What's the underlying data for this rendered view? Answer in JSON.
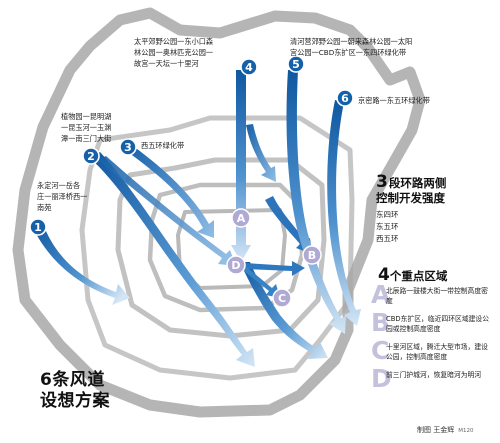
{
  "corridors": [
    {
      "number": "1",
      "lines": [
        "永定河一岳各",
        "庄一丽泽桥西一",
        "南苑"
      ]
    },
    {
      "number": "2",
      "lines": [
        "植物园一昆明湖",
        "一昆玉河一玉渊",
        "潭一南三门大街"
      ]
    },
    {
      "number": "3",
      "lines": [
        "西五环绿化带"
      ]
    },
    {
      "number": "4",
      "lines": [
        "太平郊野公园一东小口森",
        "林公园一奥林匹克公园一",
        "故宫一天坛一十里河"
      ]
    },
    {
      "number": "5",
      "lines": [
        "清河营郊野公园一朝来森林公园一太阳",
        "宫公园一CBD东扩区一东四环绿化带"
      ]
    },
    {
      "number": "6",
      "lines": [
        "京密路一东五环绿化带"
      ]
    }
  ],
  "ring_roads": {
    "title_number": "3",
    "title_line1": "段环路两侧",
    "title_line2": "控制开发强度",
    "items": [
      "东四环",
      "东五环",
      "西五环"
    ]
  },
  "zones": {
    "title_number": "4",
    "title_text": "个重点区域",
    "items": [
      {
        "letter": "A",
        "text": "北辰路一鼓楼大街一带控制高度密度"
      },
      {
        "letter": "B",
        "text": "CBD东扩区，临近四环区域建设公园或控制高度密度"
      },
      {
        "letter": "C",
        "text": "十里河区域，腾迁大型市场，建设公园，控制高度密度"
      },
      {
        "letter": "D",
        "text": "前三门护城河，恢复暗河为明河"
      }
    ]
  },
  "main_title": {
    "line1": "6条风道",
    "line2": "设想方案"
  },
  "credit": {
    "text": "制图 王金辉",
    "code": "M120"
  },
  "colors": {
    "arrow_dark": "#1560a8",
    "arrow_light": "#cfe3f4",
    "ring_outline": "#a8a8a8",
    "zone_letter": "#c4c1dc",
    "zone_marker": "#b0a9d4"
  }
}
